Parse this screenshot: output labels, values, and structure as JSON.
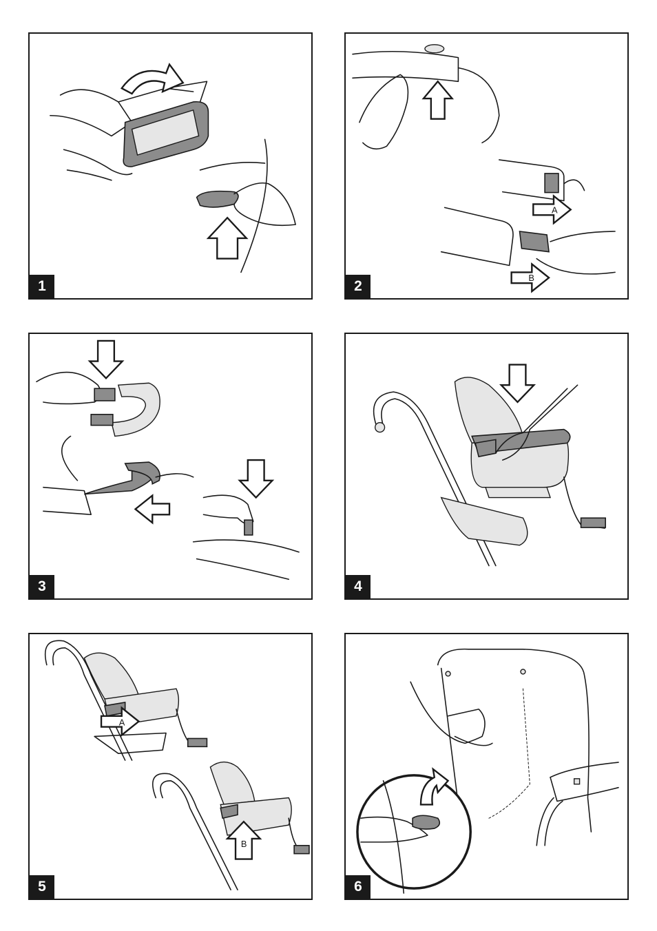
{
  "panels": [
    {
      "number": "1"
    },
    {
      "number": "2",
      "arrow_labels": [
        "A",
        "B"
      ]
    },
    {
      "number": "3"
    },
    {
      "number": "4"
    },
    {
      "number": "5",
      "arrow_labels": [
        "A",
        "B"
      ]
    },
    {
      "number": "6"
    }
  ]
}
